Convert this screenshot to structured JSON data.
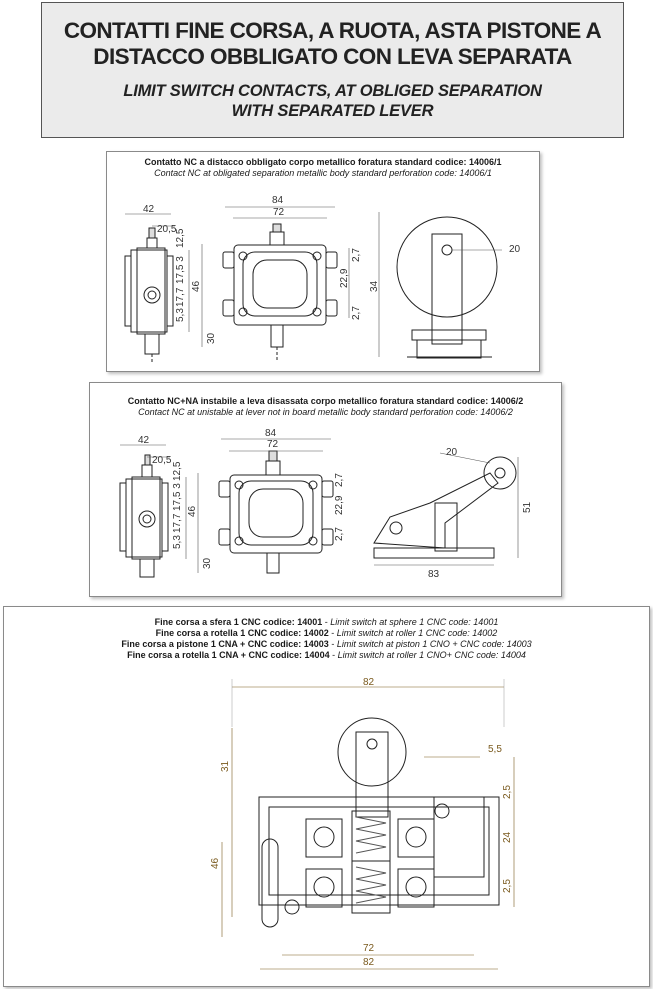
{
  "header": {
    "title_it_line1": "CONTATTI FINE CORSA, A RUOTA, ASTA PISTONE A",
    "title_it_line2": "DISTACCO OBBLIGATO CON LEVA SEPARATA",
    "title_en_line1": "LIMIT SWITCH CONTACTS, AT OBLIGED SEPARATION",
    "title_en_line2": "WITH SEPARATED LEVER"
  },
  "panel1": {
    "caption_it": "Contatto NC a distacco obbligato corpo metallico foratura standard codice: 14006/1",
    "caption_en": "Contact NC at obligated separation metallic body standard perforation code: 14006/1",
    "dims": {
      "d42": "42",
      "d20_5": "20,5",
      "d84": "84",
      "d72": "72",
      "d12_5": "12,5",
      "d17_5": "17,5 3",
      "d17_7": "17,7",
      "d46": "46",
      "d5_3": "5,3",
      "d30": "30",
      "d22_9": "22,9",
      "d2_7a": "2,7",
      "d2_7b": "2,7",
      "d34": "34",
      "d20": "20"
    }
  },
  "panel2": {
    "caption_it": "Contatto NC+NA instabile a leva disassata corpo metallico foratura standard codice: 14006/2",
    "caption_en": "Contact NC at unistable at lever not in board metallic body standard perforation code: 14006/2",
    "dims": {
      "d42": "42",
      "d20_5": "20,5",
      "d84": "84",
      "d72": "72",
      "d12_5": "12,5",
      "d17_5": "17,5 3",
      "d17_7": "17,7",
      "d46": "46",
      "d5_3": "5,3",
      "d30": "30",
      "d22_9": "22,9",
      "d2_7a": "2,7",
      "d2_7b": "2,7",
      "d20": "20",
      "d51": "51",
      "d83": "83"
    }
  },
  "panel3": {
    "rows": [
      {
        "it": "Fine corsa a sfera 1 CNC codice: 14001",
        "en": "Limit switch at sphere 1 CNC code: 14001"
      },
      {
        "it": "Fine corsa a rotella 1 CNC codice: 14002",
        "en": "Limit switch at roller 1 CNC code: 14002"
      },
      {
        "it": "Fine corsa a pistone 1 CNA + CNC codice: 14003",
        "en": "Limit switch at piston 1 CNO + CNC code: 14003"
      },
      {
        "it": "Fine corsa a rotella 1 CNA + CNC codice: 14004",
        "en": "Limit switch at roller 1 CNO+ CNC code: 14004"
      }
    ],
    "dims": {
      "d82_top": "82",
      "d31": "31",
      "d5_5": "5,5",
      "d2_5a": "2,5",
      "d24": "24",
      "d46": "46",
      "d2_5b": "2,5",
      "d72": "72",
      "d82_bottom": "82"
    }
  }
}
